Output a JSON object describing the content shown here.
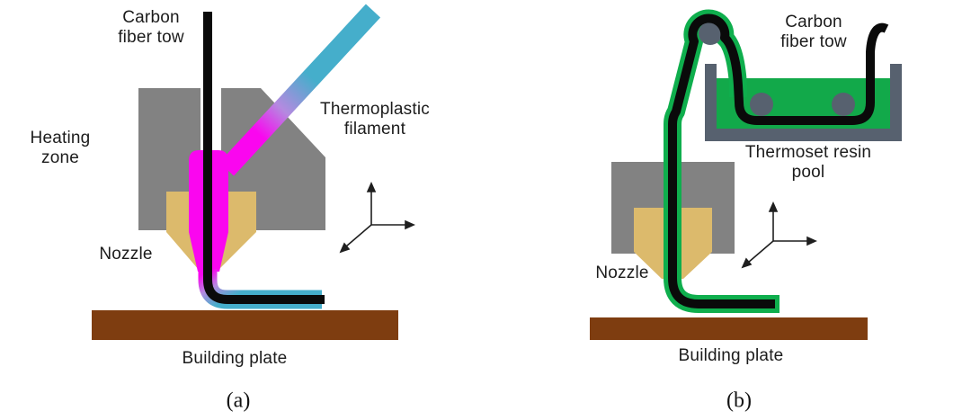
{
  "colors": {
    "gray_block": "#828282",
    "tan_nozzle": "#dcba6c",
    "magenta_melt": "#fa06ef",
    "purple_transition": "#b48ae0",
    "cyan_filament": "#45aecb",
    "green_resin": "#12a94a",
    "green_coating": "#0fae4d",
    "slate_hardware": "#57616f",
    "brown_plate": "#7e3d10",
    "fiber_black": "#0a0a0a"
  },
  "panel_a": {
    "caption": "(a)",
    "labels": {
      "carbon_fiber_tow": "Carbon\nfiber tow",
      "heating_zone": "Heating\nzone",
      "thermoplastic_filament": "Thermoplastic\nfilament",
      "nozzle": "Nozzle",
      "building_plate": "Building plate"
    }
  },
  "panel_b": {
    "caption": "(b)",
    "labels": {
      "carbon_fiber_tow": "Carbon\nfiber tow",
      "thermoset_resin_pool": "Thermoset resin\npool",
      "nozzle": "Nozzle",
      "building_plate": "Building plate"
    }
  }
}
